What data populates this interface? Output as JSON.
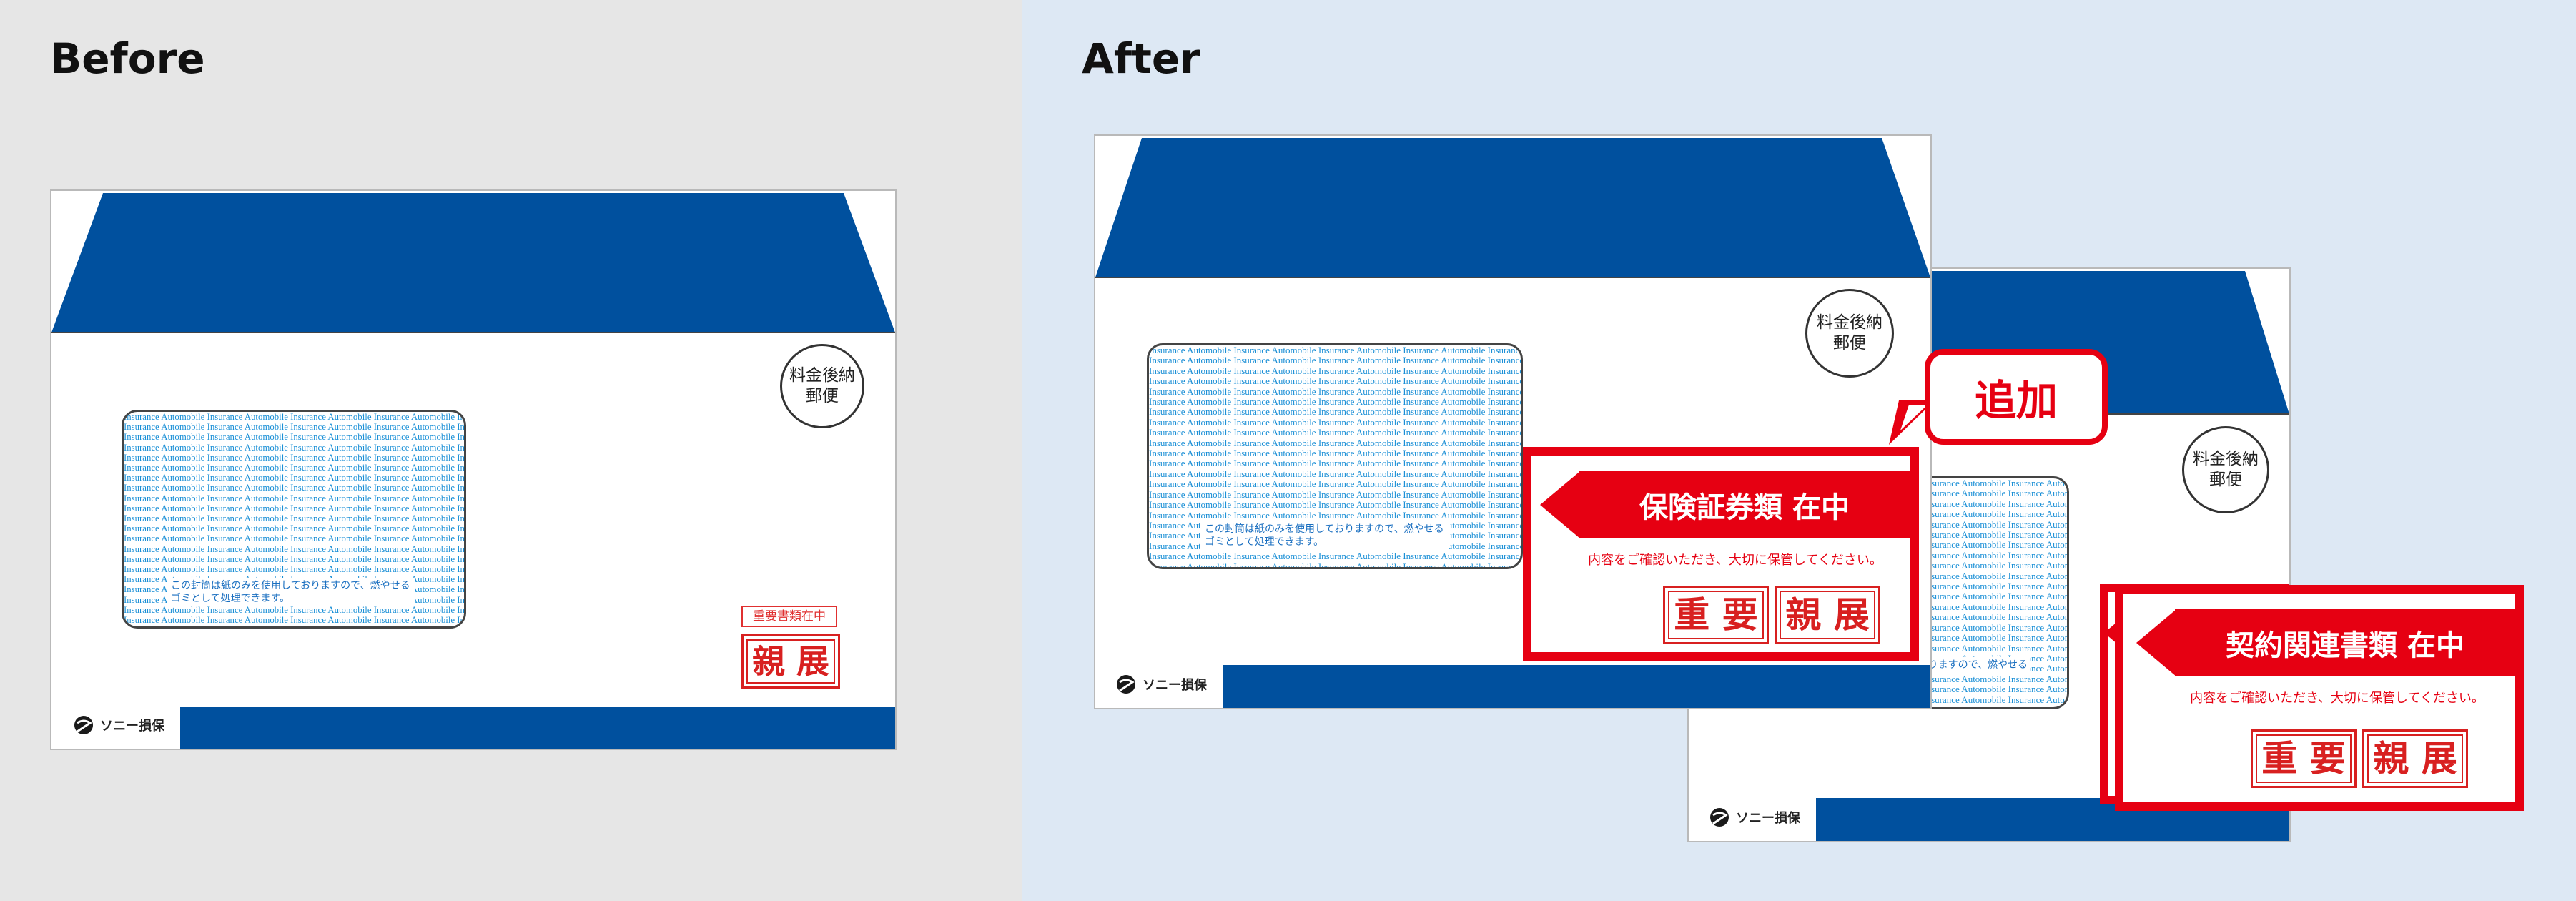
{
  "before": {
    "heading": "Before",
    "envelope": {
      "stamp": [
        "料金後納",
        "郵便"
      ],
      "window_pattern_text": "Insurance  Automobile Insurance  Automobile Insurance  Automobile Insurance  Automobile Insurance  Automobile Insurance  Automobile",
      "window_message": [
        "この封筒は紙のみを使用しておりますので、燃やせる",
        "ゴミとして処理できます。"
      ],
      "label_small": "重要書類在中",
      "label_large": "親 展",
      "logo": "ソニー損保"
    }
  },
  "after": {
    "heading": "After",
    "envelope_1": {
      "stamp": [
        "料金後納",
        "郵便"
      ],
      "window_pattern_text": "Insurance  Automobile Insurance  Automobile Insurance  Automobile Insurance  Automobile Insurance  Automobile Insurance  Automobile",
      "window_message": [
        "この封筒は紙のみを使用しておりますので、燃やせる",
        "ゴミとして処理できます。"
      ],
      "notice_title": "保険証券類 在中",
      "notice_text": "内容をご確認いただき、大切に保管してください。",
      "boxes": [
        "重 要",
        "親 展"
      ],
      "logo": "ソニー損保"
    },
    "envelope_2": {
      "stamp": [
        "料金後納",
        "郵便"
      ],
      "window_pattern_text": "Insurance  Automobile Insurance  Automobile Insurance  Automobile Insurance  Automobile Insurance  Automobile Insurance  Automobile",
      "window_message": "ておりますので、燃やせる",
      "notice_title": "契約関連書類 在中",
      "notice_text": "内容をご確認いただき、大切に保管してください。",
      "boxes": [
        "重 要",
        "親 展"
      ],
      "logo": "ソニー損保"
    },
    "callout": "追加"
  },
  "colors": {
    "navy": "#00509e",
    "red": "#e60012",
    "pattern_blue": "#1a8fd6",
    "before_bg": "#e6e6e6",
    "after_bg": "#dde8f4"
  }
}
